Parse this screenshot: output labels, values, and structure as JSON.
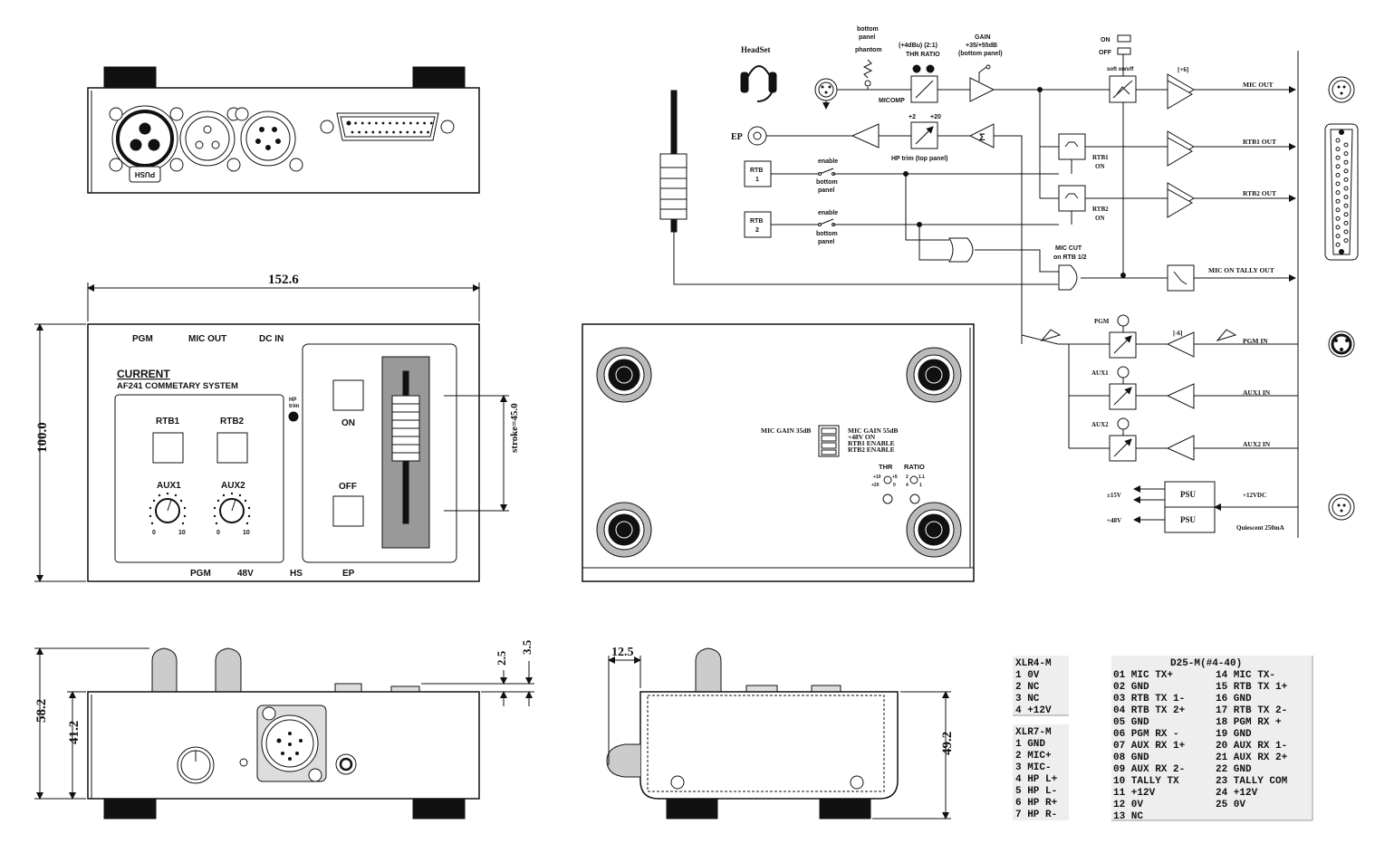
{
  "dimensions": {
    "width": "152.6",
    "height": "100.0",
    "stroke": "stroke=45.0",
    "side_total": "58.2",
    "side_body": "41.2",
    "knob_25": "2.5",
    "knob_35": "3.5",
    "depth_125": "12.5",
    "right_body": "49.2"
  },
  "front_panel": {
    "top_labels": [
      "PGM",
      "MIC OUT",
      "DC IN"
    ],
    "push_label": "PUSH",
    "brand": "CURRENT",
    "model": "AF241 COMMETARY SYSTEM",
    "rtb1": "RTB1",
    "rtb2": "RTB2",
    "aux1": "AUX1",
    "aux2": "AUX2",
    "scale_min": "0",
    "scale_max": "10",
    "hp_trim": "HP\ntrim",
    "on": "ON",
    "off": "OFF",
    "bottom_labels": [
      "PGM",
      "48V",
      "HS",
      "EP"
    ]
  },
  "bottom_view": {
    "mic_gain_35": "MIC GAIN 35dB",
    "switch_labels": [
      "MIC GAIN 55dB",
      "+48V ON",
      "RTB1 ENABLE",
      "RTB2 ENABLE"
    ],
    "thr": "THR",
    "ratio": "RATIO",
    "thr_vals": [
      "+10",
      "+20",
      "+5",
      "0"
    ],
    "ratio_vals": [
      "2",
      "4",
      "1.1",
      "1"
    ]
  },
  "schematic": {
    "headset": "HeadSet",
    "bottom_panel_phantom": [
      "bottom",
      "panel",
      "phantom"
    ],
    "thr_ratio": [
      "(+4dBu) (2:1)",
      "THR  RATIO"
    ],
    "gain": [
      "GAIN",
      "+35/+55dB",
      "(bottom panel)"
    ],
    "micomp": "MICOMP",
    "on": "ON",
    "off": "OFF",
    "soft_onoff": "soft on/off",
    "plus6": "[+6]",
    "mic_out": "MIC OUT",
    "ep": "EP",
    "hp_trim_vals": [
      "+2",
      "+20"
    ],
    "hp_trim": "HP trim (top panel)",
    "sigma": "Σ",
    "rtb1_out": "RTB1 OUT",
    "rtb2_out": "RTB2 OUT",
    "rtb1_on": [
      "RTB1",
      "ON"
    ],
    "rtb2_on": [
      "RTB2",
      "ON"
    ],
    "rtb_box1": [
      "RTB",
      "1"
    ],
    "rtb_box2": [
      "RTB",
      "2"
    ],
    "enable_bp": [
      "enable",
      "bottom",
      "panel"
    ],
    "mic_cut": [
      "MIC CUT",
      "on RTB 1/2"
    ],
    "tally_out": "MIC ON TALLY OUT",
    "pgm": "PGM",
    "aux1": "AUX1",
    "aux2": "AUX2",
    "minus6": "[-6]",
    "pgm_in": "PGM IN",
    "aux1_in": "AUX1 IN",
    "aux2_in": "AUX2 IN",
    "psu": "PSU",
    "pm15": "±15V",
    "p48": "+48V",
    "p12vdc": "+12VDC",
    "quiescent": "Quiescent 250mA"
  },
  "pinouts": {
    "xlr4_title": "XLR4-M",
    "xlr4": [
      "1 0V",
      "2 NC",
      "3 NC",
      "4 +12V"
    ],
    "xlr7_title": "XLR7-M",
    "xlr7": [
      "1 GND",
      "2 MIC+",
      "3 MIC-",
      "4 HP L+",
      "5 HP L-",
      "6 HP R+",
      "7 HP R-"
    ],
    "d25_title": "D25-M(#4-40)",
    "d25_left": [
      "01 MIC TX+",
      "02 GND",
      "03 RTB TX 1-",
      "04 RTB TX 2+",
      "05 GND",
      "06 PGM RX -",
      "07 AUX RX 1+",
      "08 GND",
      "09 AUX RX 2-",
      "10 TALLY TX",
      "11 +12V",
      "12 0V",
      "13 NC"
    ],
    "d25_right": [
      "14 MIC TX-",
      "15 RTB TX 1+",
      "16 GND",
      "17 RTB TX 2-",
      "18 PGM RX +",
      "19 GND",
      "20 AUX RX 1-",
      "21 AUX RX 2+",
      "22 GND",
      "23 TALLY COM",
      "24 +12V",
      "25 0V"
    ]
  }
}
